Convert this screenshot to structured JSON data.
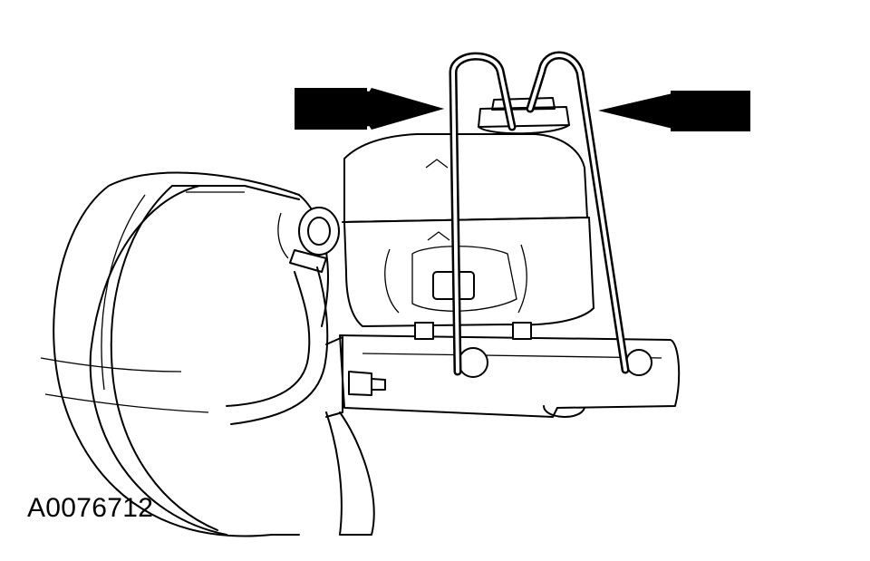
{
  "figure": {
    "id_label": "A0076712"
  },
  "callouts": [
    {
      "name": "left-arrow",
      "direction": "right"
    },
    {
      "name": "right-arrow",
      "direction": "left"
    }
  ],
  "colors": {
    "ink": "#000000",
    "paper": "#ffffff"
  }
}
